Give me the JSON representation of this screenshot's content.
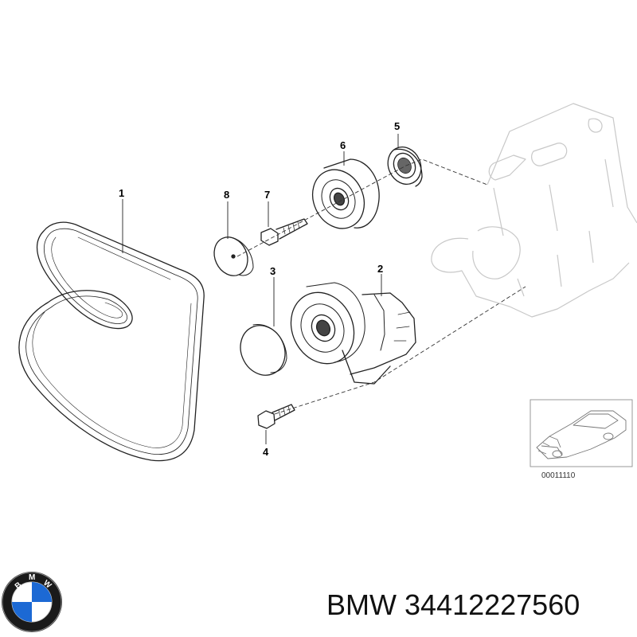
{
  "callouts": {
    "c1": "1",
    "c2": "2",
    "c3": "3",
    "c4": "4",
    "c5": "5",
    "c6": "6",
    "c7": "7",
    "c8": "8"
  },
  "inset": {
    "reference_code": "00011110"
  },
  "logo": {
    "name": "bmw-logo",
    "letters": "BMW",
    "colors": {
      "blue": "#1c69d4",
      "white": "#ffffff",
      "ring": "#1a1a1a"
    }
  },
  "caption": {
    "brand": "BMW",
    "part_number": "34412227560"
  }
}
